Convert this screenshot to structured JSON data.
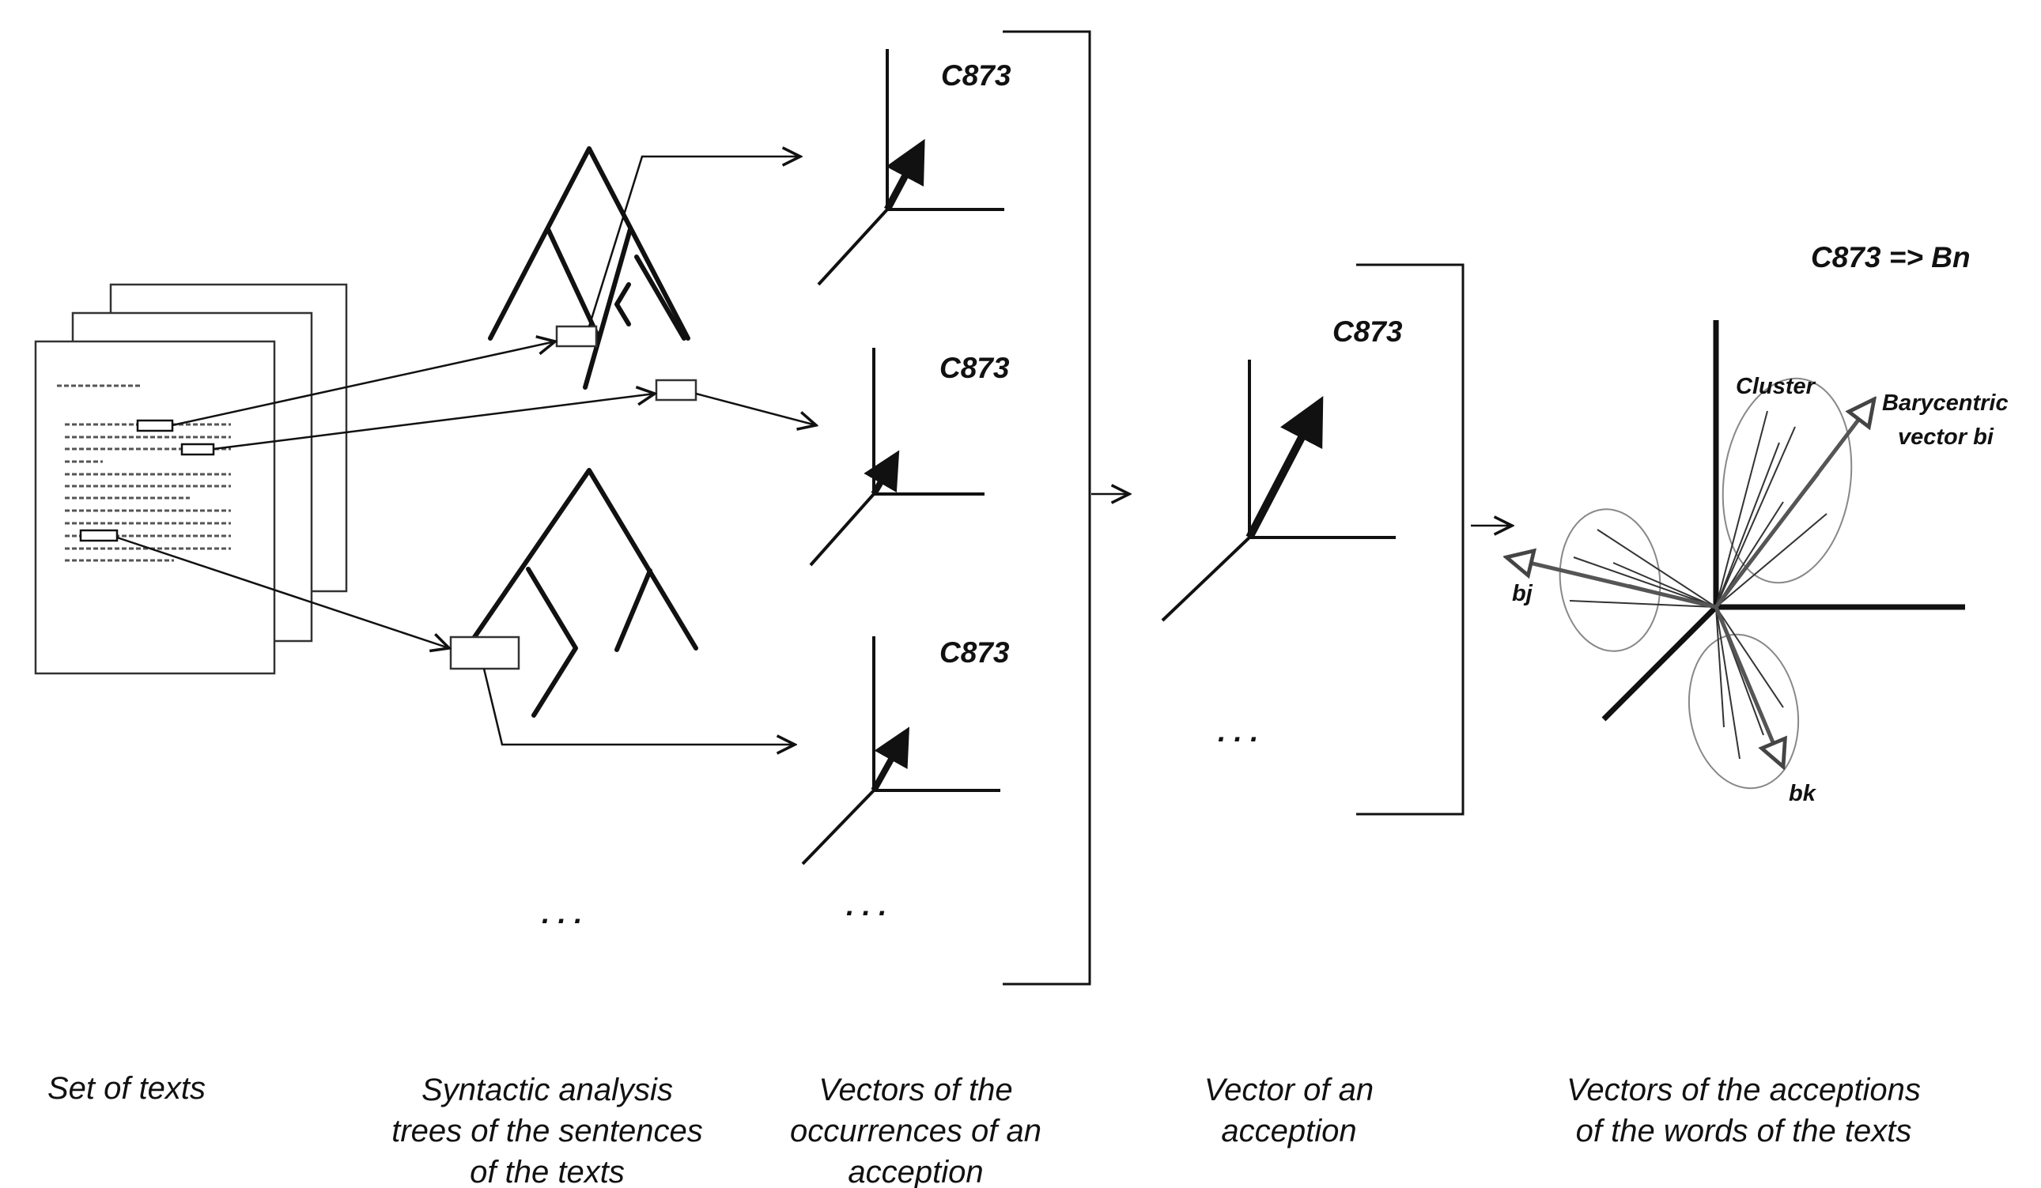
{
  "diagram": {
    "captions": {
      "set_of_texts": "Set of texts",
      "syntactic_line1": "Syntactic analysis",
      "syntactic_line2": "trees of the sentences",
      "syntactic_line3": "of the texts",
      "occurrences_line1": "Vectors of the",
      "occurrences_line2": "occurrences of an",
      "occurrences_line3": "acception",
      "acception_line1": "Vector of an",
      "acception_line2": "acception",
      "words_line1": "Vectors of the acceptions",
      "words_line2": "of the words of the texts"
    },
    "concept_label": "C873",
    "mapping_label": "C873 => Bn",
    "cluster_label": "Cluster",
    "barycentric_line1": "Barycentric",
    "barycentric_line2": "vector bi",
    "bj_label": "bj",
    "bk_label": "bk",
    "ellipsis": ". . ."
  }
}
